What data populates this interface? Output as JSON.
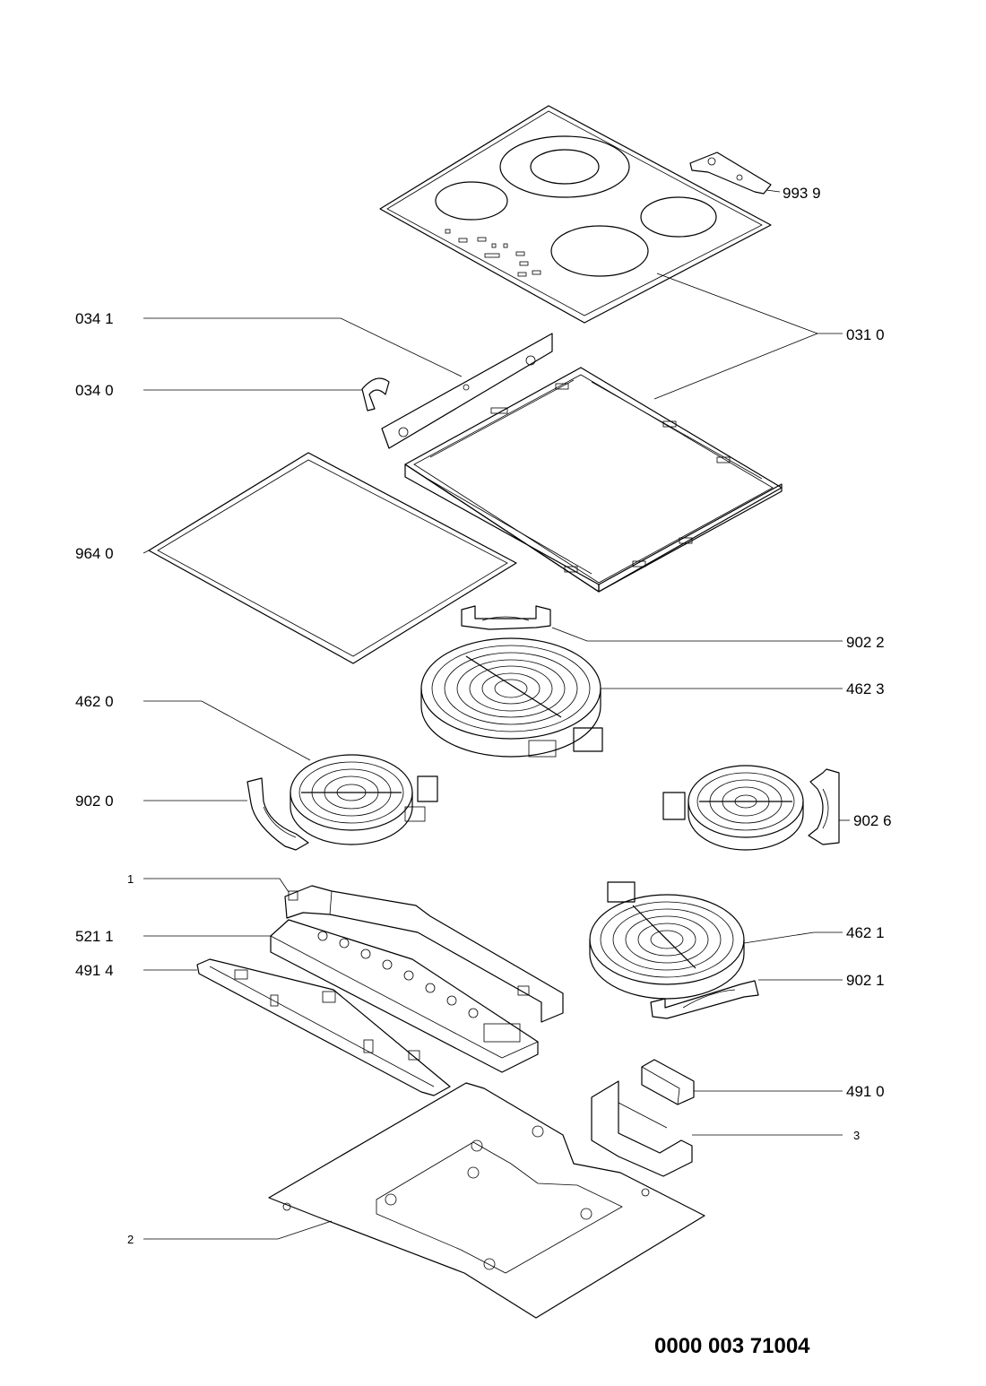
{
  "labels": {
    "p9939": "993 9",
    "p0341": "034 1",
    "p0310": "031 0",
    "p0340": "034 0",
    "p9640": "964 0",
    "p9022": "902 2",
    "p4623": "462 3",
    "p4620": "462 0",
    "p9020": "902 0",
    "p9026": "902 6",
    "p1": "1",
    "p4621": "462 1",
    "p5211": "521 1",
    "p4914": "491 4",
    "p9021": "902 1",
    "p4910": "491 0",
    "p3": "3",
    "p2": "2"
  },
  "document_number": "0000 003 71004"
}
